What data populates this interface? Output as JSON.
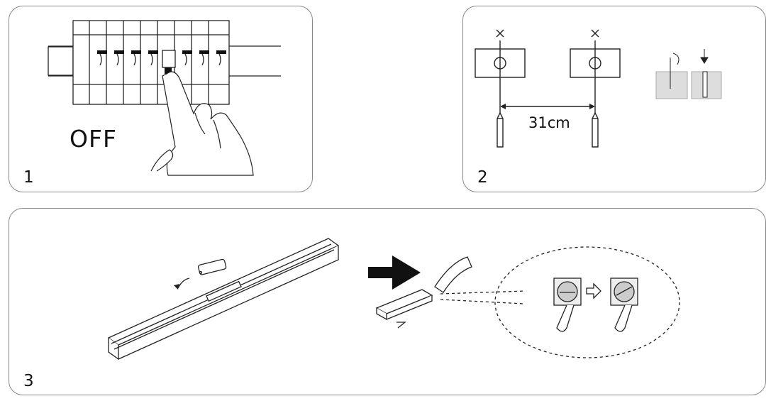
{
  "panels": [
    {
      "step": "1",
      "label": "OFF"
    },
    {
      "step": "2",
      "label": "31cm"
    },
    {
      "step": "3"
    }
  ],
  "icons": [
    "circuit-breaker-icon",
    "finger-icon",
    "mounting-plate-icon",
    "pencil-icon",
    "drill-icon",
    "wall-plug-icon",
    "light-bar-icon",
    "arrow-right-icon",
    "connector-icon",
    "cable-icon",
    "screw-terminal-icon"
  ]
}
